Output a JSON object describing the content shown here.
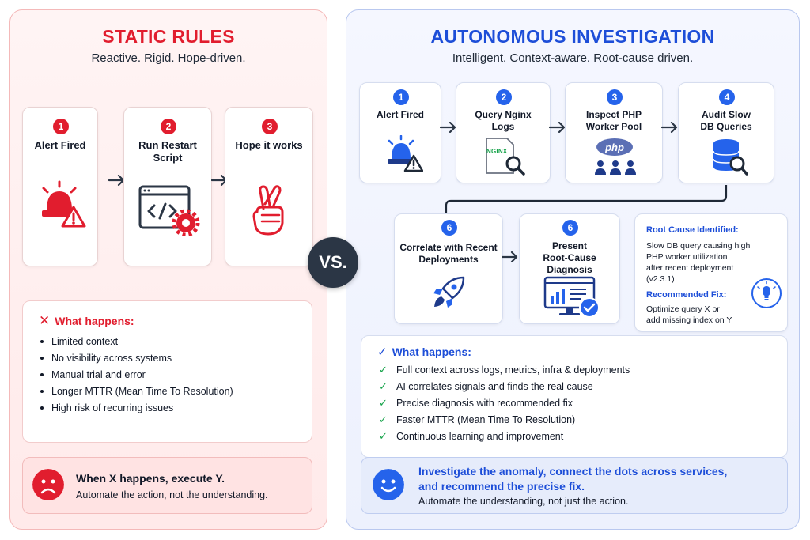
{
  "left": {
    "title": "STATIC RULES",
    "subtitle": "Reactive. Rigid. Hope-driven.",
    "steps": [
      {
        "num": "1",
        "label": "Alert Fired",
        "icon": "siren-warning-icon"
      },
      {
        "num": "2",
        "label": "Run Restart Script",
        "icon": "code-gear-icon"
      },
      {
        "num": "3",
        "label": "Hope it works",
        "icon": "crossed-fingers-icon"
      }
    ],
    "what_happens": {
      "title": "What happens:",
      "items": [
        "Limited context",
        "No visibility across systems",
        "Manual trial and error",
        "Longer MTTR (Mean Time To Resolution)",
        "High risk of recurring issues"
      ]
    },
    "footer": {
      "headline": "When X happens, execute Y.",
      "tagline": "Automate the action, not the understanding."
    }
  },
  "vs": "VS.",
  "right": {
    "title": "AUTONOMOUS INVESTIGATION",
    "subtitle": "Intelligent. Context-aware. Root-cause driven.",
    "steps": [
      {
        "num": "1",
        "label": "Alert Fired",
        "icon": "siren-warning-icon"
      },
      {
        "num": "2",
        "label": "Query Nginx Logs",
        "icon": "nginx-log-search-icon",
        "badge_text": "NGINX"
      },
      {
        "num": "3",
        "label": "Inspect PHP Worker Pool",
        "icon": "php-workers-icon",
        "badge_text": "php"
      },
      {
        "num": "4",
        "label": "Audit Slow DB Queries",
        "icon": "database-search-icon"
      },
      {
        "num": "6",
        "label": "Correlate with Recent Deployments",
        "icon": "rocket-icon"
      },
      {
        "num": "6",
        "label": "Present Root-Cause Diagnosis",
        "icon": "diagnosis-monitor-icon"
      }
    ],
    "root_cause": {
      "title": "Root Cause Identified:",
      "text": [
        "Slow DB query causing high",
        "PHP worker utilization",
        "after recent deployment",
        "(v2.3.1)"
      ],
      "fix_title": "Recommended Fix:",
      "fix_text": [
        "Optimize query X or",
        "add missing index on Y"
      ],
      "icon": "lightbulb-icon"
    },
    "what_happens": {
      "title": "What happens:",
      "items": [
        "Full context across logs, metrics, infra & deployments",
        "AI correlates signals and finds the real cause",
        "Precise diagnosis with recommended fix",
        "Faster MTTR (Mean Time To Resolution)",
        "Continuous learning and improvement"
      ]
    },
    "footer": {
      "headline_1": "Investigate the anomaly, connect the dots across services,",
      "headline_2": "and recommend the precise fix.",
      "tagline": "Automate the understanding, not just the action."
    }
  },
  "colors": {
    "red": "#e11d2e",
    "blue": "#1d4ed8",
    "green": "#16a34a",
    "dark": "#2b3645"
  }
}
